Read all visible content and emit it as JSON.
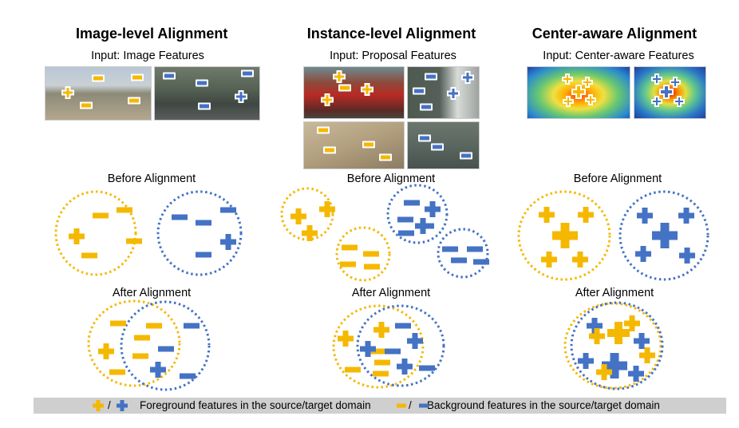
{
  "colors": {
    "source": "#f5b800",
    "target": "#4472c4"
  },
  "columns": [
    {
      "title": "Image-level Alignment",
      "input": "Input: Image Features",
      "before": "Before Alignment",
      "after": "After Alignment"
    },
    {
      "title": "Instance-level Alignment",
      "input": "Input: Proposal Features",
      "before": "Before Alignment",
      "after": "After Alignment"
    },
    {
      "title": "Center-aware Alignment",
      "input": "Input: Center-aware Features",
      "before": "Before Alignment",
      "after": "After Alignment"
    }
  ],
  "legend": {
    "slash": "/",
    "foreground": "Foreground features in the source/target domain",
    "background": "Background features in the source/target domain"
  }
}
